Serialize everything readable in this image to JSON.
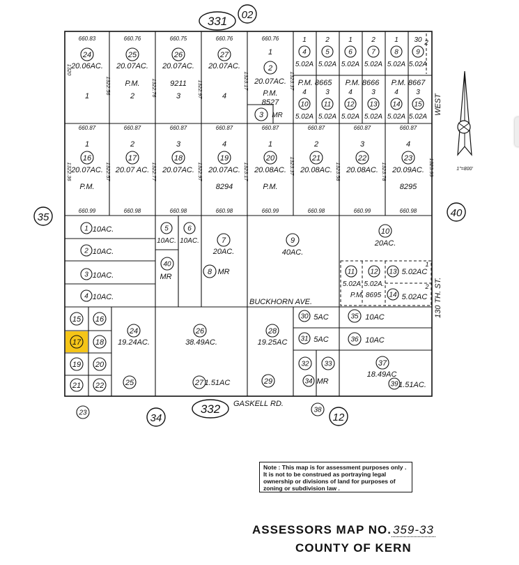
{
  "map_title": "ASSESSORS MAP NO.",
  "map_number": "359-33",
  "county": "COUNTY OF KERN",
  "note": "Note : This map is for assessment purposes only . It is not to be construed as portraying legal ownership or divisions of land for purposes of zoning or subdivision law .",
  "scale": "1\"=800'",
  "adjacent_maps": {
    "north_oval": "331",
    "north": "02",
    "west": "35",
    "east": "40",
    "south_oval": "332",
    "south": "34",
    "south_east": "12"
  },
  "streets": {
    "buckhorn": "BUCKHORN   AVE.",
    "gaskell": "GASKELL    RD.",
    "st_130th": "130 TH.   ST.",
    "west": "WEST"
  },
  "highlighted_parcel": "17",
  "colors": {
    "highlight": "#f5c518",
    "ink": "#111111",
    "paper": "#ffffff"
  },
  "row1": {
    "dims": [
      "660.83",
      "660.76",
      "660.75",
      "660.76",
      "660.76"
    ],
    "parcels": [
      {
        "num": "24",
        "area": "20.06AC.",
        "lot": "1"
      },
      {
        "num": "25",
        "area": "20.07AC.",
        "lot": "2",
        "pm": "P.M."
      },
      {
        "num": "26",
        "area": "20.07AC.",
        "lot": "3",
        "pm": "9211"
      },
      {
        "num": "27",
        "area": "20.07AC.",
        "lot": "4"
      },
      {
        "num": "2",
        "area": "20.07AC.",
        "lot": "1",
        "pm": "P.M.",
        "pm_no": "8527"
      }
    ],
    "mr_parcel": "3",
    "mr_label": "MR",
    "side_dims": [
      "1320",
      "1322.56",
      "1322.76",
      "1322.97",
      "1323.17",
      "1323.37"
    ],
    "small": [
      {
        "num": "4",
        "area": "5.02A",
        "lot": "1"
      },
      {
        "num": "5",
        "area": "5.02A",
        "lot": "2"
      },
      {
        "num": "6",
        "area": "5.02A",
        "lot": "1"
      },
      {
        "num": "7",
        "area": "5.02A",
        "lot": "2"
      },
      {
        "num": "8",
        "area": "5.02A",
        "lot": "1"
      },
      {
        "num": "9",
        "area": "5.02A",
        "lot": "30"
      }
    ],
    "small2": [
      {
        "num": "10",
        "area": "5.02A",
        "lot": "4"
      },
      {
        "num": "11",
        "area": "5.02A",
        "lot": "3"
      },
      {
        "num": "12",
        "area": "5.02A",
        "lot": "4"
      },
      {
        "num": "13",
        "area": "5.02A",
        "lot": "3"
      },
      {
        "num": "14",
        "area": "5.02A",
        "lot": "4"
      },
      {
        "num": "15",
        "area": "5.02A",
        "lot": "3"
      }
    ],
    "pm_labels": [
      "P.M. 8665",
      "P.M. 8666",
      "P.M. 8667"
    ],
    "lot_2": "2"
  },
  "row2": {
    "dims_top": [
      "660.87",
      "660.87",
      "660.87",
      "660.87",
      "660.87",
      "660.87",
      "660.87",
      "660.87"
    ],
    "dims_bottom": [
      "660.99",
      "660.98",
      "660.98",
      "660.98",
      "660.99",
      "660.98",
      "660.99",
      "660.98"
    ],
    "side_dims": [
      "1322.36",
      "1322.57",
      "1322.77",
      "1322.97",
      "1323.17",
      "1323.37",
      "1323.58",
      "1323.78",
      "1323.99"
    ],
    "parcels": [
      {
        "num": "16",
        "area": "20.07AC.",
        "lot": "1",
        "pm": "P.M."
      },
      {
        "num": "17",
        "area": "20.07 AC.",
        "lot": "2"
      },
      {
        "num": "18",
        "area": "20.07AC.",
        "lot": "3"
      },
      {
        "num": "19",
        "area": "20.07AC.",
        "lot": "4",
        "pm": "8294"
      },
      {
        "num": "20",
        "area": "20.08AC.",
        "lot": "1",
        "pm": "P.M."
      },
      {
        "num": "21",
        "area": "20.08AC.",
        "lot": "2"
      },
      {
        "num": "22",
        "area": "20.08AC.",
        "lot": "3"
      },
      {
        "num": "23",
        "area": "20.09AC.",
        "lot": "4",
        "pm": "8295"
      }
    ]
  },
  "row3": {
    "left": [
      {
        "num": "1",
        "area": "10AC."
      },
      {
        "num": "2",
        "area": "10AC."
      },
      {
        "num": "3",
        "area": "10AC."
      },
      {
        "num": "4",
        "area": "10AC."
      }
    ],
    "p5": {
      "num": "5",
      "area": "10AC."
    },
    "p6": {
      "num": "6",
      "area": "10AC."
    },
    "p40": {
      "num": "40",
      "area": "MR"
    },
    "p7": {
      "num": "7",
      "area": "20AC."
    },
    "p8": {
      "num": "8",
      "area": "MR"
    },
    "p9": {
      "num": "9",
      "area": "40AC."
    },
    "p10": {
      "num": "10",
      "area": "20AC."
    },
    "p11": {
      "num": "11",
      "area": "5.02A"
    },
    "p12": {
      "num": "12",
      "area": "5.02A."
    },
    "p13": {
      "num": "13",
      "area": "5.02AC"
    },
    "p14": {
      "num": "14",
      "area": "5.02AC"
    },
    "pm_8695": "P.M.    8695",
    "lot_1": "1",
    "lot_2": "2"
  },
  "row4": {
    "grid": [
      "15",
      "16",
      "17",
      "18",
      "19",
      "20",
      "21",
      "22"
    ],
    "p24": {
      "num": "24",
      "area": "19.24AC."
    },
    "p25": {
      "num": "25"
    },
    "p26": {
      "num": "26",
      "area": "38.49AC."
    },
    "p27": {
      "num": "27",
      "area": "1.51AC"
    },
    "p28": {
      "num": "28",
      "area": "19.25AC"
    },
    "p29": {
      "num": "29"
    },
    "p30": {
      "num": "30",
      "area": "5AC"
    },
    "p31": {
      "num": "31",
      "area": "5AC"
    },
    "p32": {
      "num": "32"
    },
    "p33": {
      "num": "33"
    },
    "p34": {
      "num": "34",
      "area": "MR"
    },
    "p35": {
      "num": "35",
      "area": "10AC"
    },
    "p36": {
      "num": "36",
      "area": "10AC"
    },
    "p37": {
      "num": "37",
      "area": "18.49AC"
    },
    "p38": {
      "num": "38"
    },
    "p39": {
      "num": "39",
      "area": "1.51AC."
    },
    "p23": {
      "num": "23"
    }
  }
}
